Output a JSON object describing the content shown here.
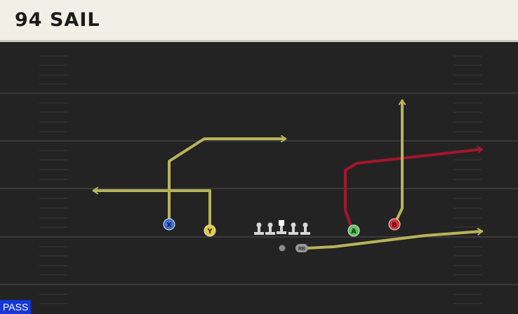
{
  "play": {
    "name": "94 SAIL",
    "type_badge": "PASS"
  },
  "players": {
    "X": "X",
    "Y": "Y",
    "A": "A",
    "B": "B",
    "RB": "RB"
  },
  "colors": {
    "route_yellow": "#b8b45a",
    "route_red": "#a3162e",
    "x_blue": "#3e72d8",
    "y_yellow": "#e6c93a",
    "a_green": "#5bc45b",
    "b_red": "#d9343b",
    "pass_badge": "#1637d6"
  }
}
